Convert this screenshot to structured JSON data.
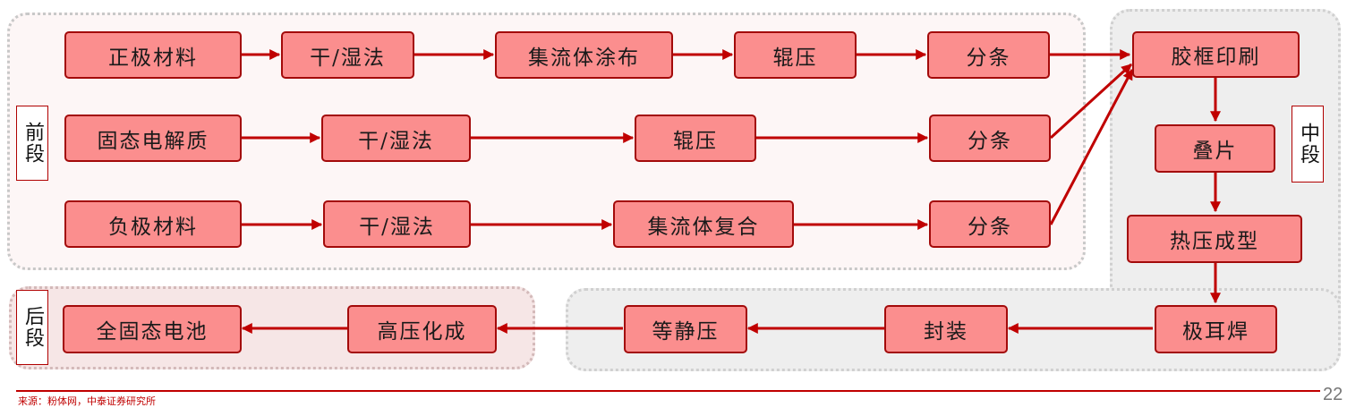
{
  "stages": {
    "front": "前段",
    "middle": "中段",
    "back": "后段"
  },
  "front_row1": [
    "正极材料",
    "干/湿法",
    "集流体涂布",
    "辊压",
    "分条"
  ],
  "front_row2": [
    "固态电解质",
    "干/湿法",
    "辊压",
    "分条"
  ],
  "front_row3": [
    "负极材料",
    "干/湿法",
    "集流体复合",
    "分条"
  ],
  "middle_steps": [
    "胶框印刷",
    "叠片",
    "热压成型",
    "极耳焊"
  ],
  "back_row": [
    "封装",
    "等静压",
    "高压化成",
    "全固态电池"
  ],
  "colors": {
    "node_fill": "#fb8e8e",
    "node_border": "#a30a0a",
    "arrow": "#c00000"
  },
  "footer": {
    "source": "来源：粉体网，中泰证券研究所",
    "page": "22"
  }
}
